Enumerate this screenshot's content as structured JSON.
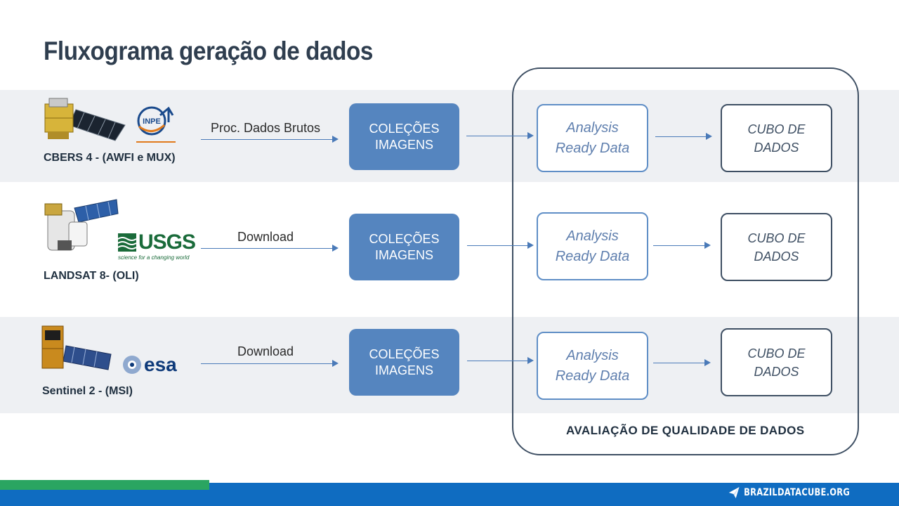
{
  "title": "Fluxograma geração de dados",
  "rows": [
    {
      "source_label": "CBERS 4 - (AWFI e MUX)",
      "logo": "inpe-logo",
      "logo_text": "INPE",
      "step_label": "Proc. Dados Brutos",
      "collection": [
        "COLEÇÕES",
        "IMAGENS"
      ],
      "ard": [
        "Analysis",
        "Ready Data"
      ],
      "cube": [
        "CUBO DE",
        "DADOS"
      ]
    },
    {
      "source_label": "LANDSAT 8- (OLI)",
      "logo": "usgs-logo",
      "logo_text": "USGS",
      "logo_tagline": "science for a changing world",
      "step_label": "Download",
      "collection": [
        "COLEÇÕES",
        "IMAGENS"
      ],
      "ard": [
        "Analysis",
        "Ready Data"
      ],
      "cube": [
        "CUBO DE",
        "DADOS"
      ]
    },
    {
      "source_label": "Sentinel 2 - (MSI)",
      "logo": "esa-logo",
      "logo_text": "esa",
      "step_label": "Download",
      "collection": [
        "COLEÇÕES",
        "IMAGENS"
      ],
      "ard": [
        "Analysis",
        "Ready Data"
      ],
      "cube": [
        "CUBO DE",
        "DADOS"
      ]
    }
  ],
  "quality_label": "AVALIAÇÃO DE QUALIDADE DE DADOS",
  "footer": {
    "brand": "BRAZILDATACUBE.ORG",
    "icon": "paper-plane-icon"
  },
  "colors": {
    "collection_fill": "#5585bf",
    "ard_border": "#5f8ec6",
    "cube_border": "#3e4f63",
    "arrow": "#4a7ab8",
    "footer_blue": "#0f6cc1",
    "footer_green": "#2aa561",
    "band": "#eef0f3"
  }
}
